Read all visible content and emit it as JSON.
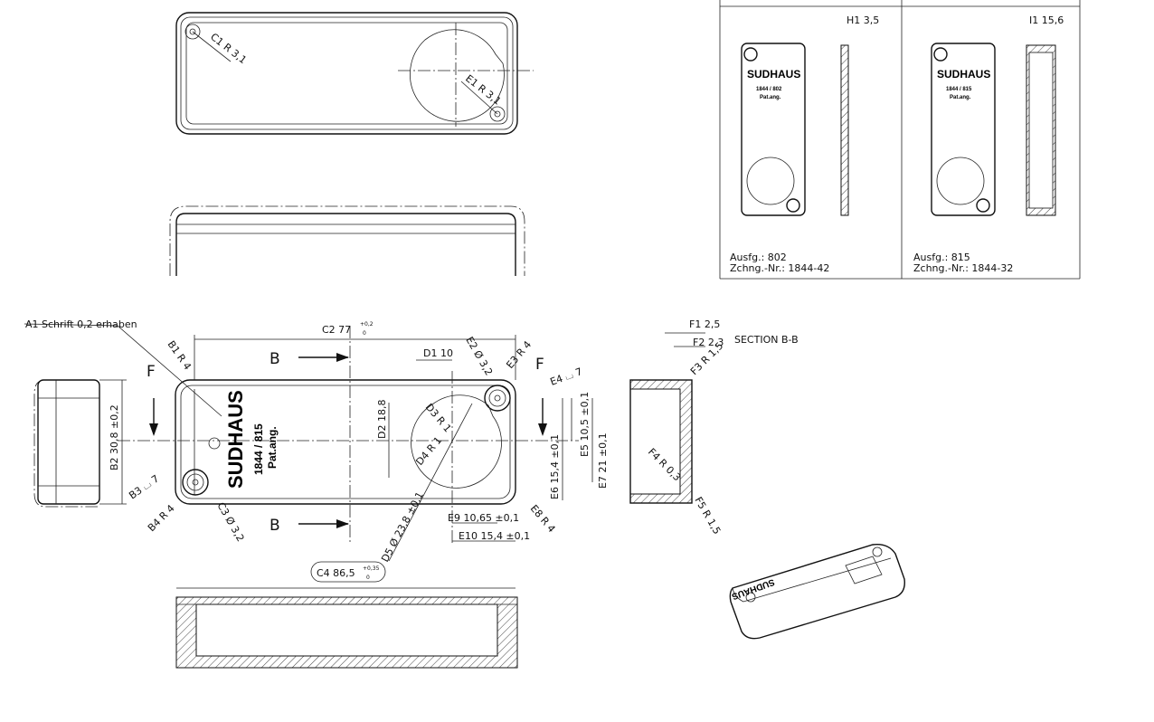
{
  "top_view": {
    "dim_c1": "C1 R 3,1",
    "dim_e1": "E1 R 3,1"
  },
  "main_view": {
    "note_a1": "A1 Schrift 0,2 erhaben",
    "dim_c2": "C2 77",
    "dim_c2_tol_upper": "+0,2",
    "dim_c2_tol_lower": "0",
    "section_label_top": "B",
    "section_label_bottom": "B",
    "view_label_left": "F",
    "view_label_right": "F",
    "dim_b1": "B1 R 4",
    "dim_b2": "B2 30,8 ±0,2",
    "dim_b3": "B3 ⌴ 7",
    "dim_b4": "B4 R 4",
    "dim_c3": "C3 Ø 3,2",
    "dim_d1": "D1 10",
    "dim_d2": "D2 18,8",
    "dim_d3": "D3 R 1",
    "dim_d4": "D4 R 1",
    "dim_d5": "D5 Ø 23,8 ±0,1",
    "dim_e2": "E2 Ø 3,2",
    "dim_e3": "E3 R 4",
    "dim_e4": "E4 ⌴ 7",
    "dim_e5": "E5 10,5 ±0,1",
    "dim_e6": "E6 15,4 ±0,1",
    "dim_e7": "E7 21 ±0,1",
    "dim_e8": "E8 R 4",
    "dim_e9": "E9 10,65 ±0,1",
    "dim_e10": "E10 15,4 ±0,1",
    "dim_c4": "C4 86,5",
    "dim_c4_tol_upper": "+0,35",
    "dim_c4_tol_lower": "0",
    "logo_text": "SUDHAUS",
    "part_number": "1844 / 815",
    "pat": "Pat.ang."
  },
  "section_bb": {
    "title": "SECTION B-B",
    "dim_f1": "F1 2,5",
    "dim_f2": "F2 2,3",
    "dim_f3": "F3 R 1,5",
    "dim_f4": "F4 R 0,3",
    "dim_f5": "F5 R 1,5"
  },
  "variants": [
    {
      "logo": "SUDHAUS",
      "part": "1844 / 802",
      "pat": "Pat.ang.",
      "dim": "H1 3,5",
      "ausfg": "Ausfg.: 802",
      "zchng": "Zchng.-Nr.: 1844-42"
    },
    {
      "logo": "SUDHAUS",
      "part": "1844 / 815",
      "pat": "Pat.ang.",
      "dim": "I1 15,6",
      "ausfg": "Ausfg.: 815",
      "zchng": "Zchng.-Nr.: 1844-32"
    }
  ]
}
